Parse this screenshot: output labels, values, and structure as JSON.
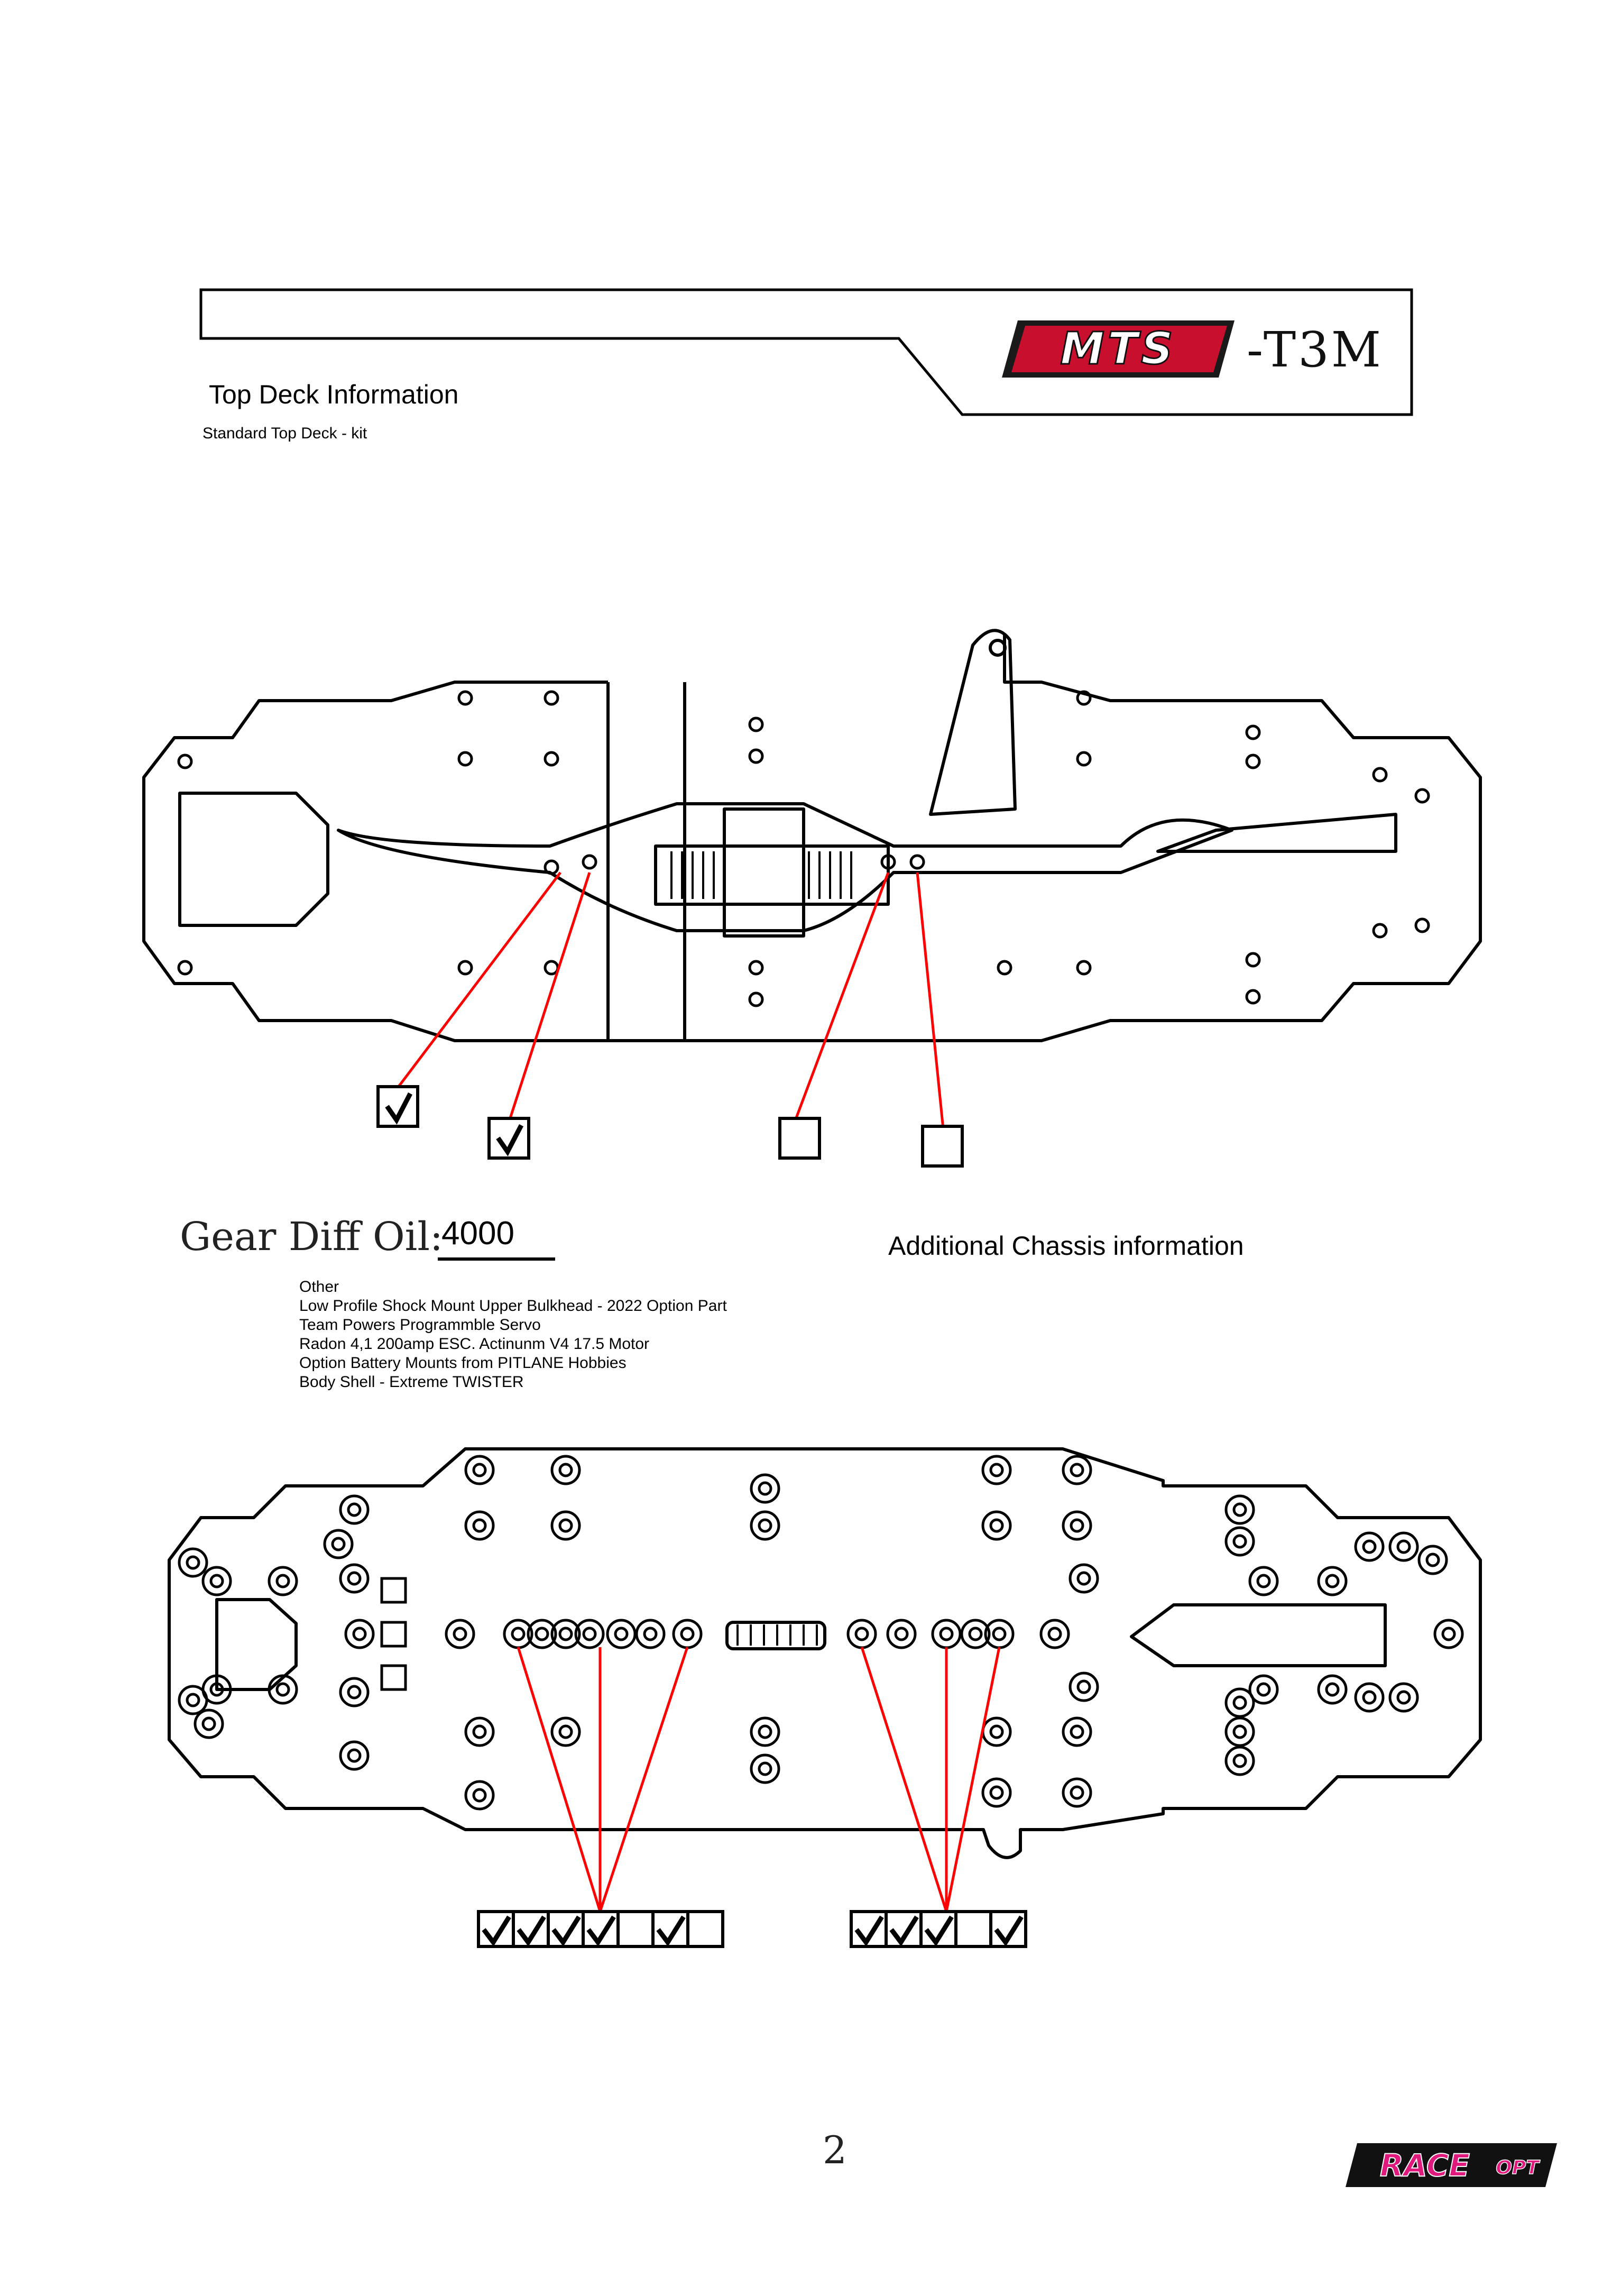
{
  "header": {
    "brand_logo": "MTS",
    "model_suffix": "-T3M"
  },
  "top_deck": {
    "title": "Top Deck Information",
    "subtitle": "Standard Top Deck - kit",
    "checkboxes": [
      true,
      true,
      false,
      false
    ]
  },
  "gear_diff": {
    "label": "Gear Diff Oil:",
    "value": "4000"
  },
  "additional": {
    "title": "Additional Chassis information",
    "notes": [
      "Other",
      "Low Profile Shock Mount Upper Bulkhead - 2022 Option Part",
      "Team Powers Programmble Servo",
      "Radon 4,1 200amp ESC. Actinunm V4 17.5 Motor",
      "Option Battery Mounts from PITLANE Hobbies",
      "Body Shell - Extreme TWISTER"
    ]
  },
  "chassis": {
    "left_group": [
      true,
      true,
      true,
      true,
      false,
      true,
      false
    ],
    "right_group": [
      true,
      true,
      true,
      false,
      true
    ]
  },
  "footer": {
    "page_number": "2",
    "brand_logo": "RACEOPT"
  },
  "colors": {
    "leader_line": "#ff0000",
    "logo_red": "#c8102e",
    "logo_pink": "#e0197d",
    "outline": "#000000"
  }
}
